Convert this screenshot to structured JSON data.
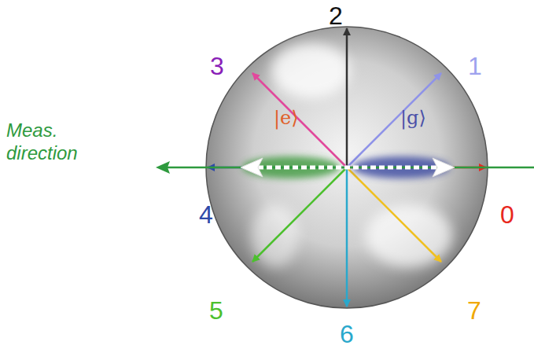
{
  "diagram": {
    "labels": [
      "2",
      "3",
      "1",
      "|e⟩",
      "|g⟩",
      "Meas. direction",
      "4",
      "0",
      "5",
      "7",
      "6"
    ]
  }
}
